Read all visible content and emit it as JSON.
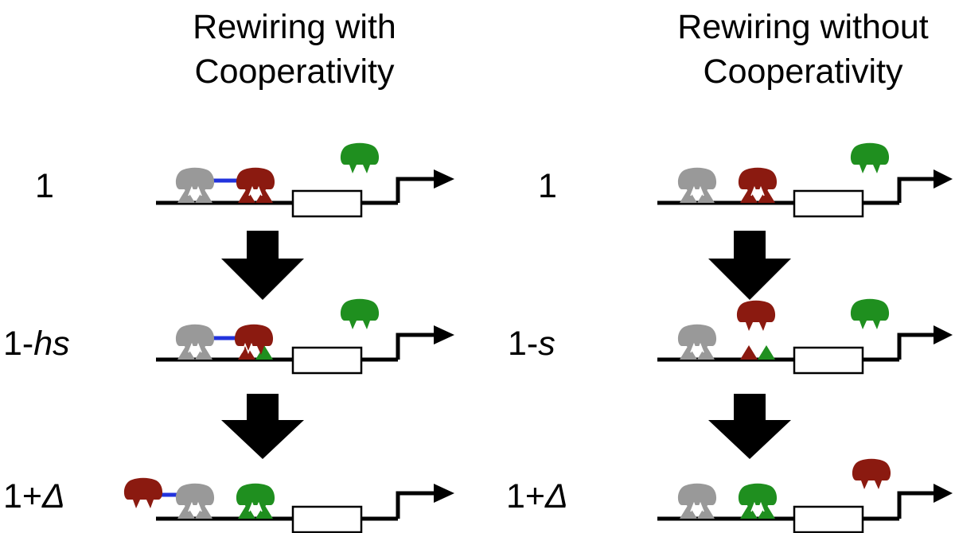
{
  "columns": [
    {
      "title_line1": "Rewiring with",
      "title_line2": "Cooperativity",
      "rows": [
        {
          "fitness_plain": "1",
          "fitness_italic": ""
        },
        {
          "fitness_plain": "1-",
          "fitness_italic": "hs"
        },
        {
          "fitness_plain": "1+",
          "fitness_italic": "Δ"
        }
      ]
    },
    {
      "title_line1": "Rewiring without",
      "title_line2": "Cooperativity",
      "rows": [
        {
          "fitness_plain": "1",
          "fitness_italic": ""
        },
        {
          "fitness_plain": "1-",
          "fitness_italic": "s"
        },
        {
          "fitness_plain": "1+",
          "fitness_italic": "Δ"
        }
      ]
    }
  ],
  "colors": {
    "gray_factor": "#999999",
    "red_factor": "#8b1a10",
    "green_factor": "#1f8f1f",
    "cooperative_link": "#2233dd",
    "dna": "#000000",
    "arrow": "#000000"
  },
  "icons": [
    "gray-factor-icon",
    "red-factor-icon",
    "green-factor-icon",
    "binding-site-icon",
    "gene-box-icon",
    "promoter-arrow-icon",
    "down-arrow-icon"
  ]
}
